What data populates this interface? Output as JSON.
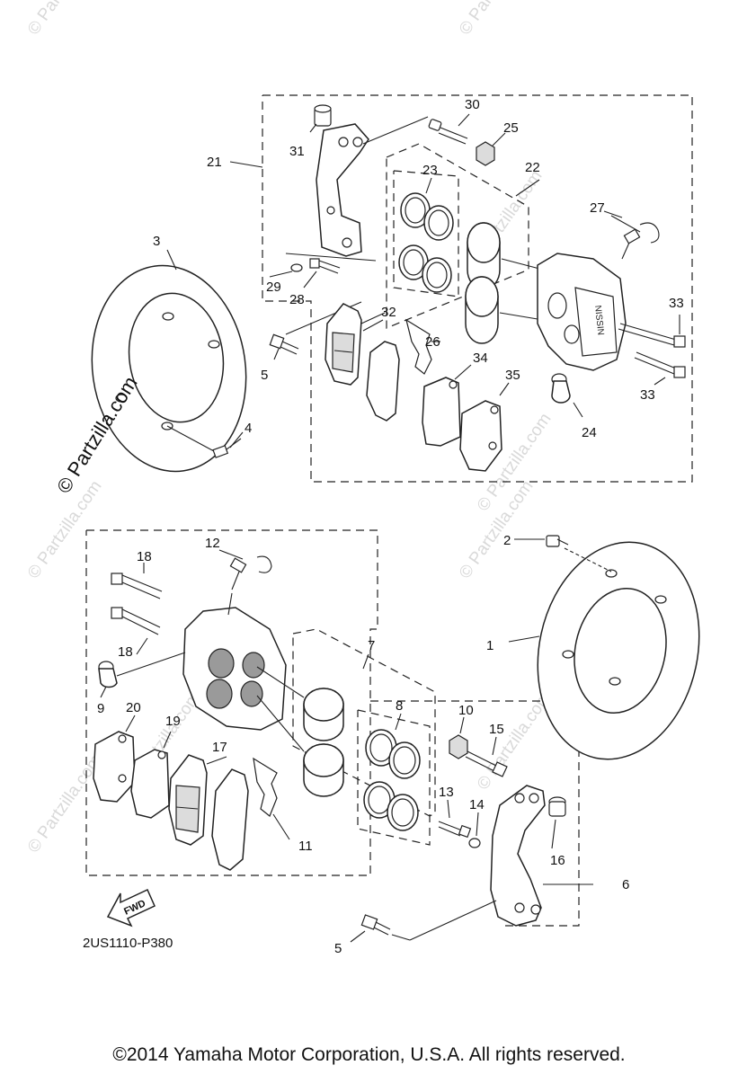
{
  "watermark": {
    "side_text": "© Partzilla.com",
    "faint_text": "© Partzilla.com"
  },
  "diagram": {
    "code": "2US1110-P380",
    "fwd_label": "FWD",
    "caliper_brand": "NISSIN",
    "callouts": [
      "1",
      "2",
      "3",
      "4",
      "5",
      "5",
      "6",
      "7",
      "8",
      "9",
      "10",
      "11",
      "12",
      "13",
      "14",
      "15",
      "16",
      "17",
      "18",
      "18",
      "19",
      "20",
      "21",
      "22",
      "23",
      "24",
      "25",
      "26",
      "27",
      "28",
      "29",
      "30",
      "31",
      "32",
      "33",
      "33",
      "34",
      "35"
    ]
  },
  "footer": {
    "copyright": "©2014  Yamaha Motor Corporation, U.S.A. All rights reserved."
  }
}
